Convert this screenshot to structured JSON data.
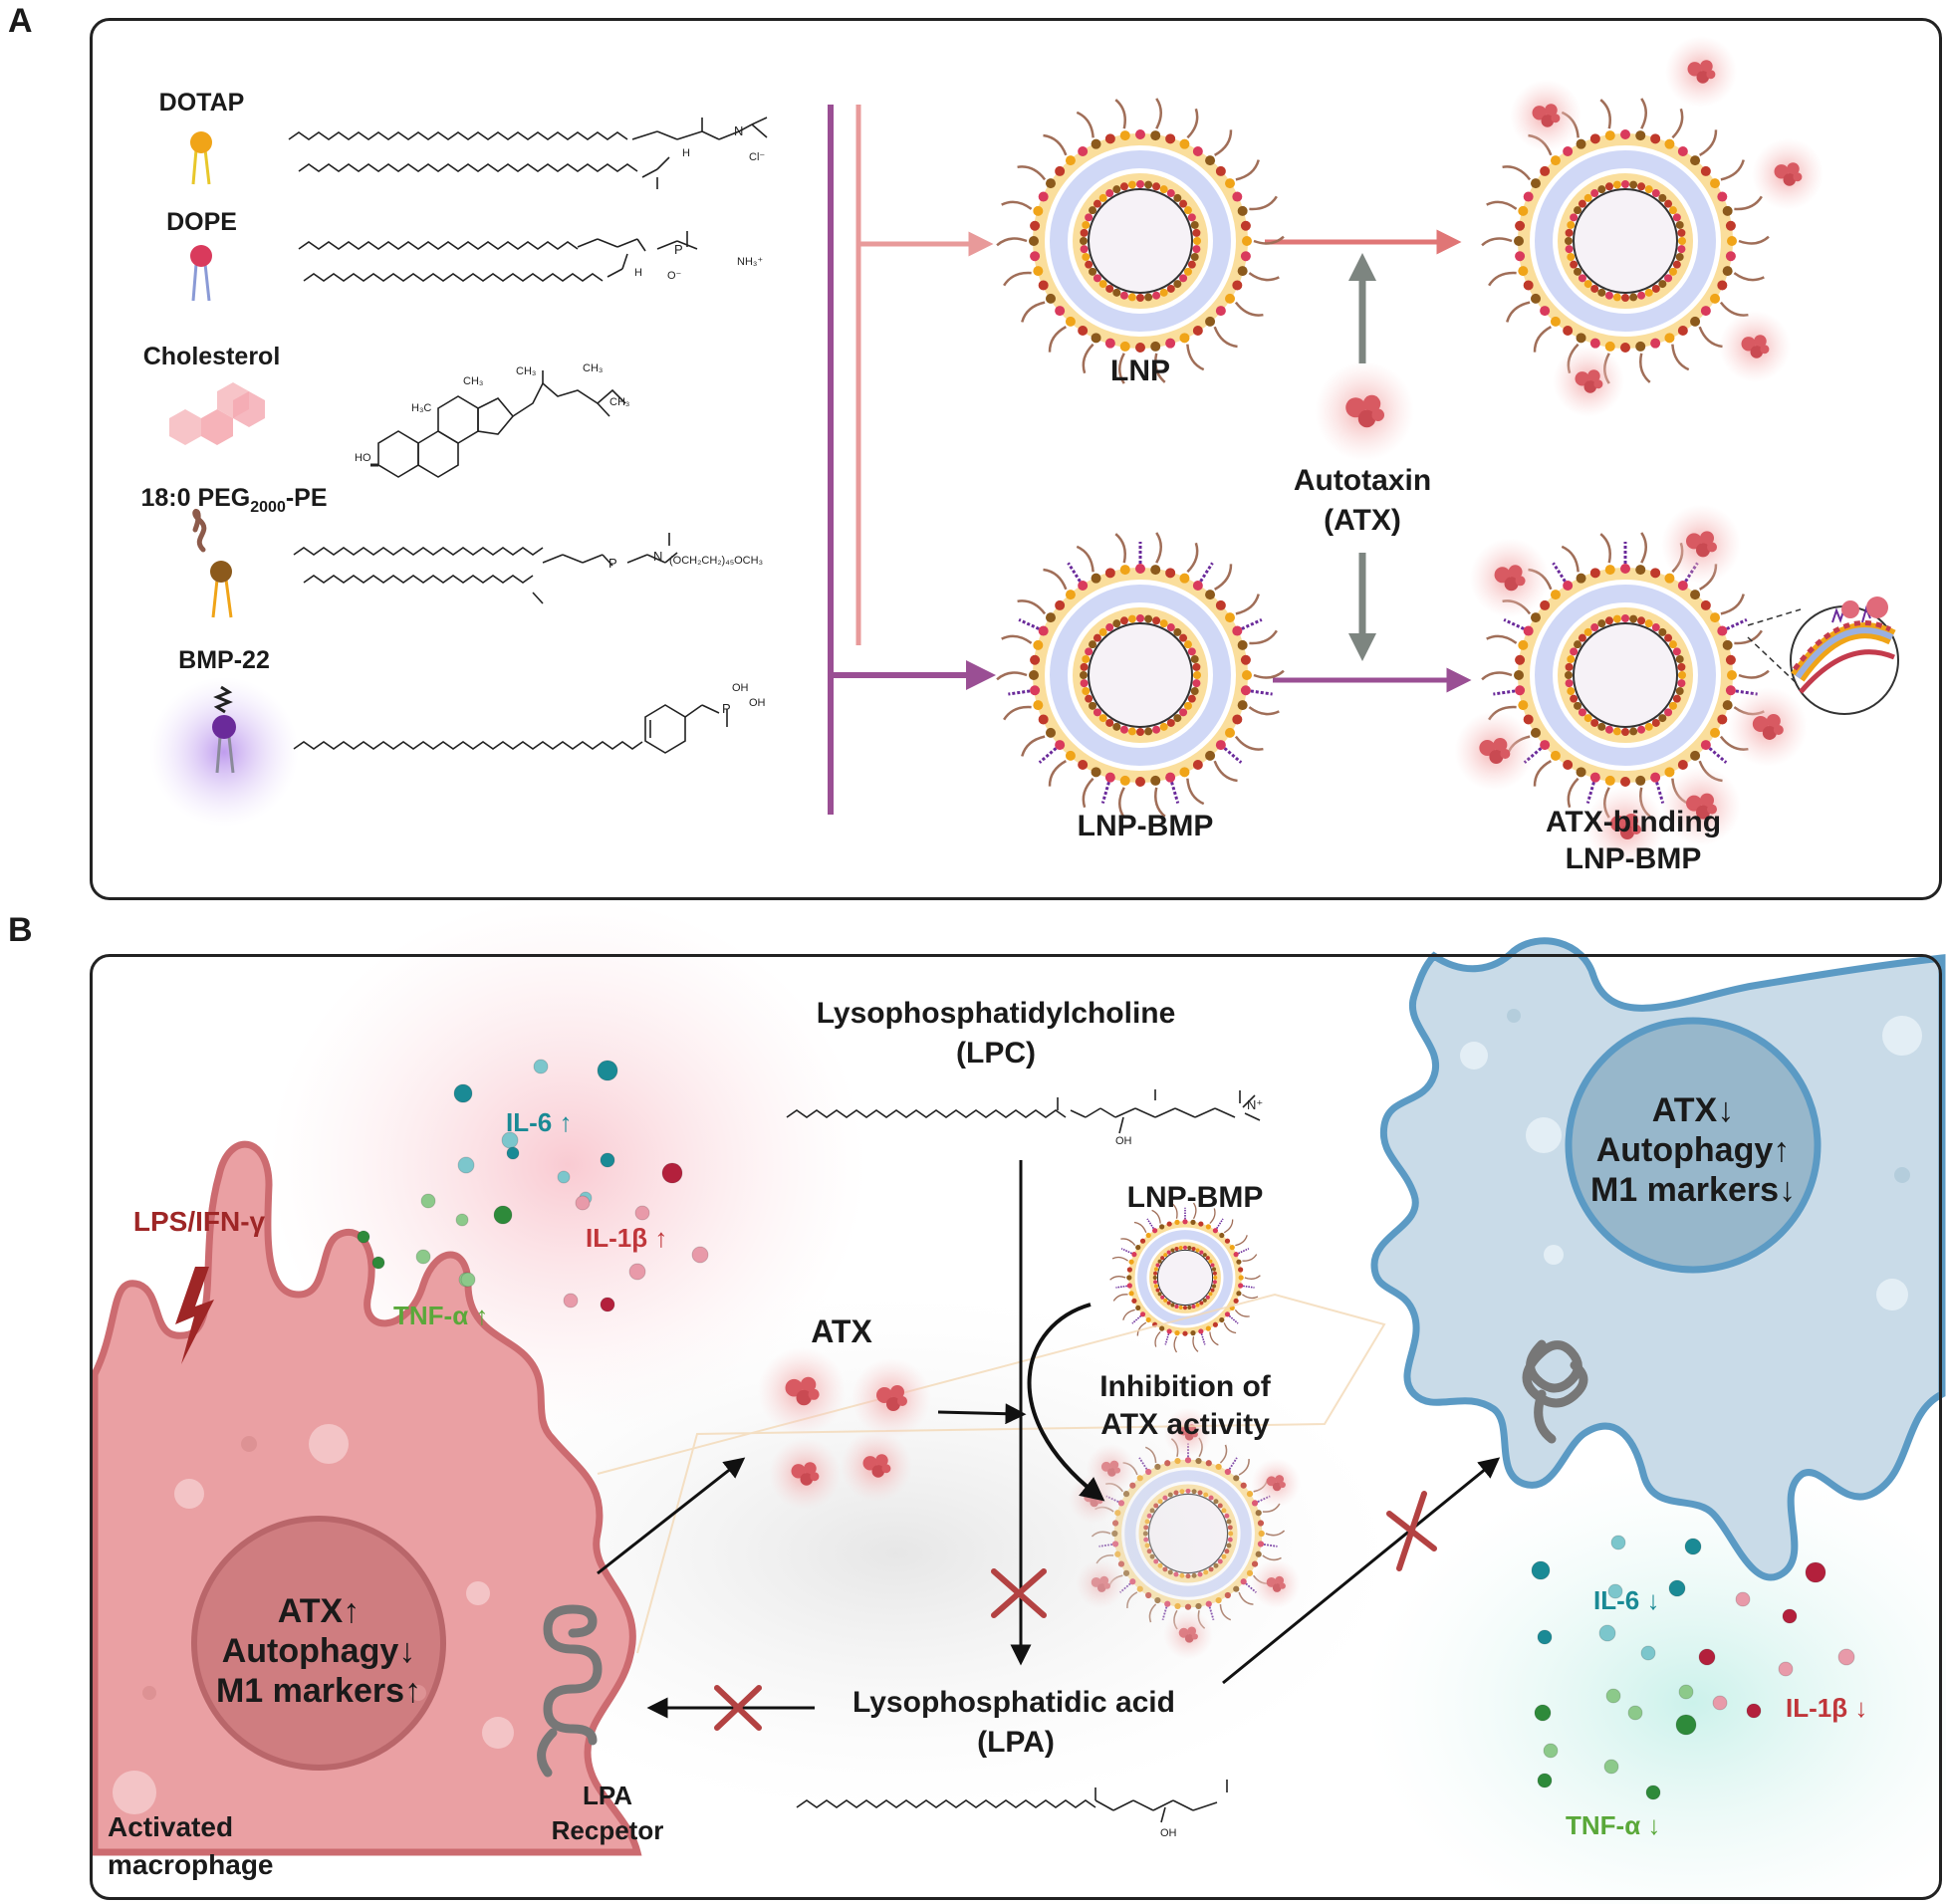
{
  "panel_a": {
    "letter": "A",
    "lipids": [
      {
        "name": "DOTAP"
      },
      {
        "name": "DOPE"
      },
      {
        "name": "Cholesterol"
      },
      {
        "name_main": "18:0 PEG",
        "name_sub": "2000",
        "name_tail": "-PE"
      },
      {
        "name": "BMP-22"
      }
    ],
    "chem": {
      "dotap_n": "N",
      "dotap_cl": "Cl⁻",
      "dotap_h": "H",
      "dope_p": "P",
      "dope_o": "O⁻",
      "dope_nh3": "NH₃⁺",
      "dope_h": "H",
      "chol_oh": "HO",
      "chol_h3c": "H₃C",
      "chol_ch3a": "CH₃",
      "chol_ch3b": "CH₃",
      "chol_ch3c": "CH₃",
      "chol_ch3d": "CH₃",
      "peg_tail": "(OCH₂CH₂)₄₅OCH₃",
      "peg_n": "N",
      "peg_p": "P",
      "bmp_oh1": "OH",
      "bmp_oh2": "OH",
      "bmp_p": "P"
    },
    "labels": {
      "lnp": "LNP",
      "lnp_bmp": "LNP-BMP",
      "autotaxin": "Autotaxin",
      "atx_paren": "(ATX)",
      "atx_binding_1": "ATX-binding",
      "atx_binding_2": "LNP-BMP"
    }
  },
  "panel_b": {
    "letter": "B",
    "lpc_title": "Lysophosphatidylcholine",
    "lpc_abbr": "(LPC)",
    "lpc_oh": "OH",
    "lpc_n": "N⁺",
    "lpa_title": "Lysophosphatidic acid",
    "lpa_abbr": "(LPA)",
    "lpa_oh": "OH",
    "lnp_bmp": "LNP-BMP",
    "atx": "ATX",
    "inhibition_1": "Inhibition of",
    "inhibition_2": "ATX activity",
    "stimulus": "LPS/IFN-γ",
    "left_cell": {
      "line1": "ATX↑",
      "line2": "Autophagy↓",
      "line3": "M1 markers↑",
      "caption_1": "Activated",
      "caption_2": "macrophage"
    },
    "receptor_1": "LPA",
    "receptor_2": "Recpetor",
    "right_cell": {
      "line1": "ATX↓",
      "line2": "Autophagy↑",
      "line3": "M1 markers↓"
    },
    "cytokines_up": {
      "il6": "IL-6 ↑",
      "il1b": "IL-1β ↑",
      "tnfa": "TNF-α ↑"
    },
    "cytokines_down": {
      "il6": "IL-6 ↓",
      "il1b": "IL-1β ↓",
      "tnfa": "TNF-α ↓"
    },
    "colors": {
      "il6": "#1a8a95",
      "il1b": "#c0363a",
      "tnfa": "#5aa83a",
      "lps": "#9e2626",
      "pink_arrow": "#e89a9a",
      "purple_arrow": "#9a4f94",
      "gray_arrow": "#7d8580"
    }
  }
}
